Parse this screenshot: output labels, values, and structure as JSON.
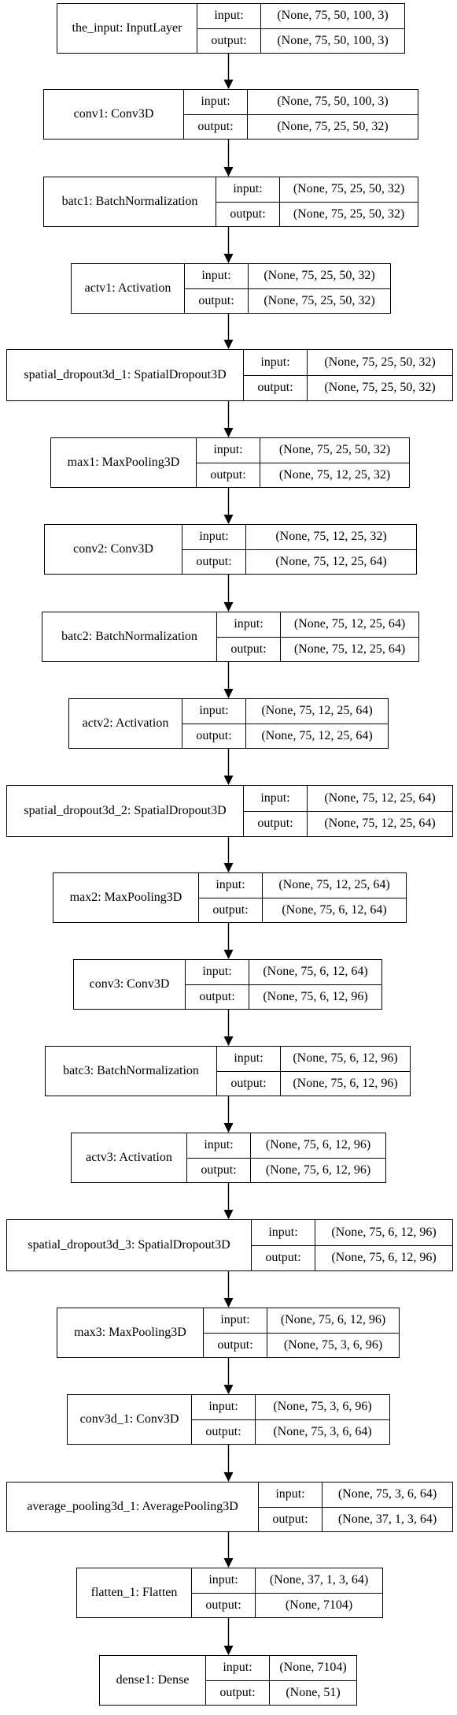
{
  "io_labels": {
    "input": "input:",
    "output": "output:"
  },
  "layers": [
    {
      "name": "the_input: InputLayer",
      "input": "(None, 75, 50, 100, 3)",
      "output": "(None, 75, 50, 100, 3)"
    },
    {
      "name": "conv1: Conv3D",
      "input": "(None, 75, 50, 100, 3)",
      "output": "(None, 75, 25, 50, 32)"
    },
    {
      "name": "batc1: BatchNormalization",
      "input": "(None, 75, 25, 50, 32)",
      "output": "(None, 75, 25, 50, 32)"
    },
    {
      "name": "actv1: Activation",
      "input": "(None, 75, 25, 50, 32)",
      "output": "(None, 75, 25, 50, 32)"
    },
    {
      "name": "spatial_dropout3d_1: SpatialDropout3D",
      "input": "(None, 75, 25, 50, 32)",
      "output": "(None, 75, 25, 50, 32)"
    },
    {
      "name": "max1: MaxPooling3D",
      "input": "(None, 75, 25, 50, 32)",
      "output": "(None, 75, 12, 25, 32)"
    },
    {
      "name": "conv2: Conv3D",
      "input": "(None, 75, 12, 25, 32)",
      "output": "(None, 75, 12, 25, 64)"
    },
    {
      "name": "batc2: BatchNormalization",
      "input": "(None, 75, 12, 25, 64)",
      "output": "(None, 75, 12, 25, 64)"
    },
    {
      "name": "actv2: Activation",
      "input": "(None, 75, 12, 25, 64)",
      "output": "(None, 75, 12, 25, 64)"
    },
    {
      "name": "spatial_dropout3d_2: SpatialDropout3D",
      "input": "(None, 75, 12, 25, 64)",
      "output": "(None, 75, 12, 25, 64)"
    },
    {
      "name": "max2: MaxPooling3D",
      "input": "(None, 75, 12, 25, 64)",
      "output": "(None, 75, 6, 12, 64)"
    },
    {
      "name": "conv3: Conv3D",
      "input": "(None, 75, 6, 12, 64)",
      "output": "(None, 75, 6, 12, 96)"
    },
    {
      "name": "batc3: BatchNormalization",
      "input": "(None, 75, 6, 12, 96)",
      "output": "(None, 75, 6, 12, 96)"
    },
    {
      "name": "actv3: Activation",
      "input": "(None, 75, 6, 12, 96)",
      "output": "(None, 75, 6, 12, 96)"
    },
    {
      "name": "spatial_dropout3d_3: SpatialDropout3D",
      "input": "(None, 75, 6, 12, 96)",
      "output": "(None, 75, 6, 12, 96)"
    },
    {
      "name": "max3: MaxPooling3D",
      "input": "(None, 75, 6, 12, 96)",
      "output": "(None, 75, 3, 6, 96)"
    },
    {
      "name": "conv3d_1: Conv3D",
      "input": "(None, 75, 3, 6, 96)",
      "output": "(None, 75, 3, 6, 64)"
    },
    {
      "name": "average_pooling3d_1: AveragePooling3D",
      "input": "(None, 75, 3, 6, 64)",
      "output": "(None, 37, 1, 3, 64)"
    },
    {
      "name": "flatten_1: Flatten",
      "input": "(None, 37, 1, 3, 64)",
      "output": "(None, 7104)"
    },
    {
      "name": "dense1: Dense",
      "input": "(None, 7104)",
      "output": "(None, 51)"
    }
  ]
}
